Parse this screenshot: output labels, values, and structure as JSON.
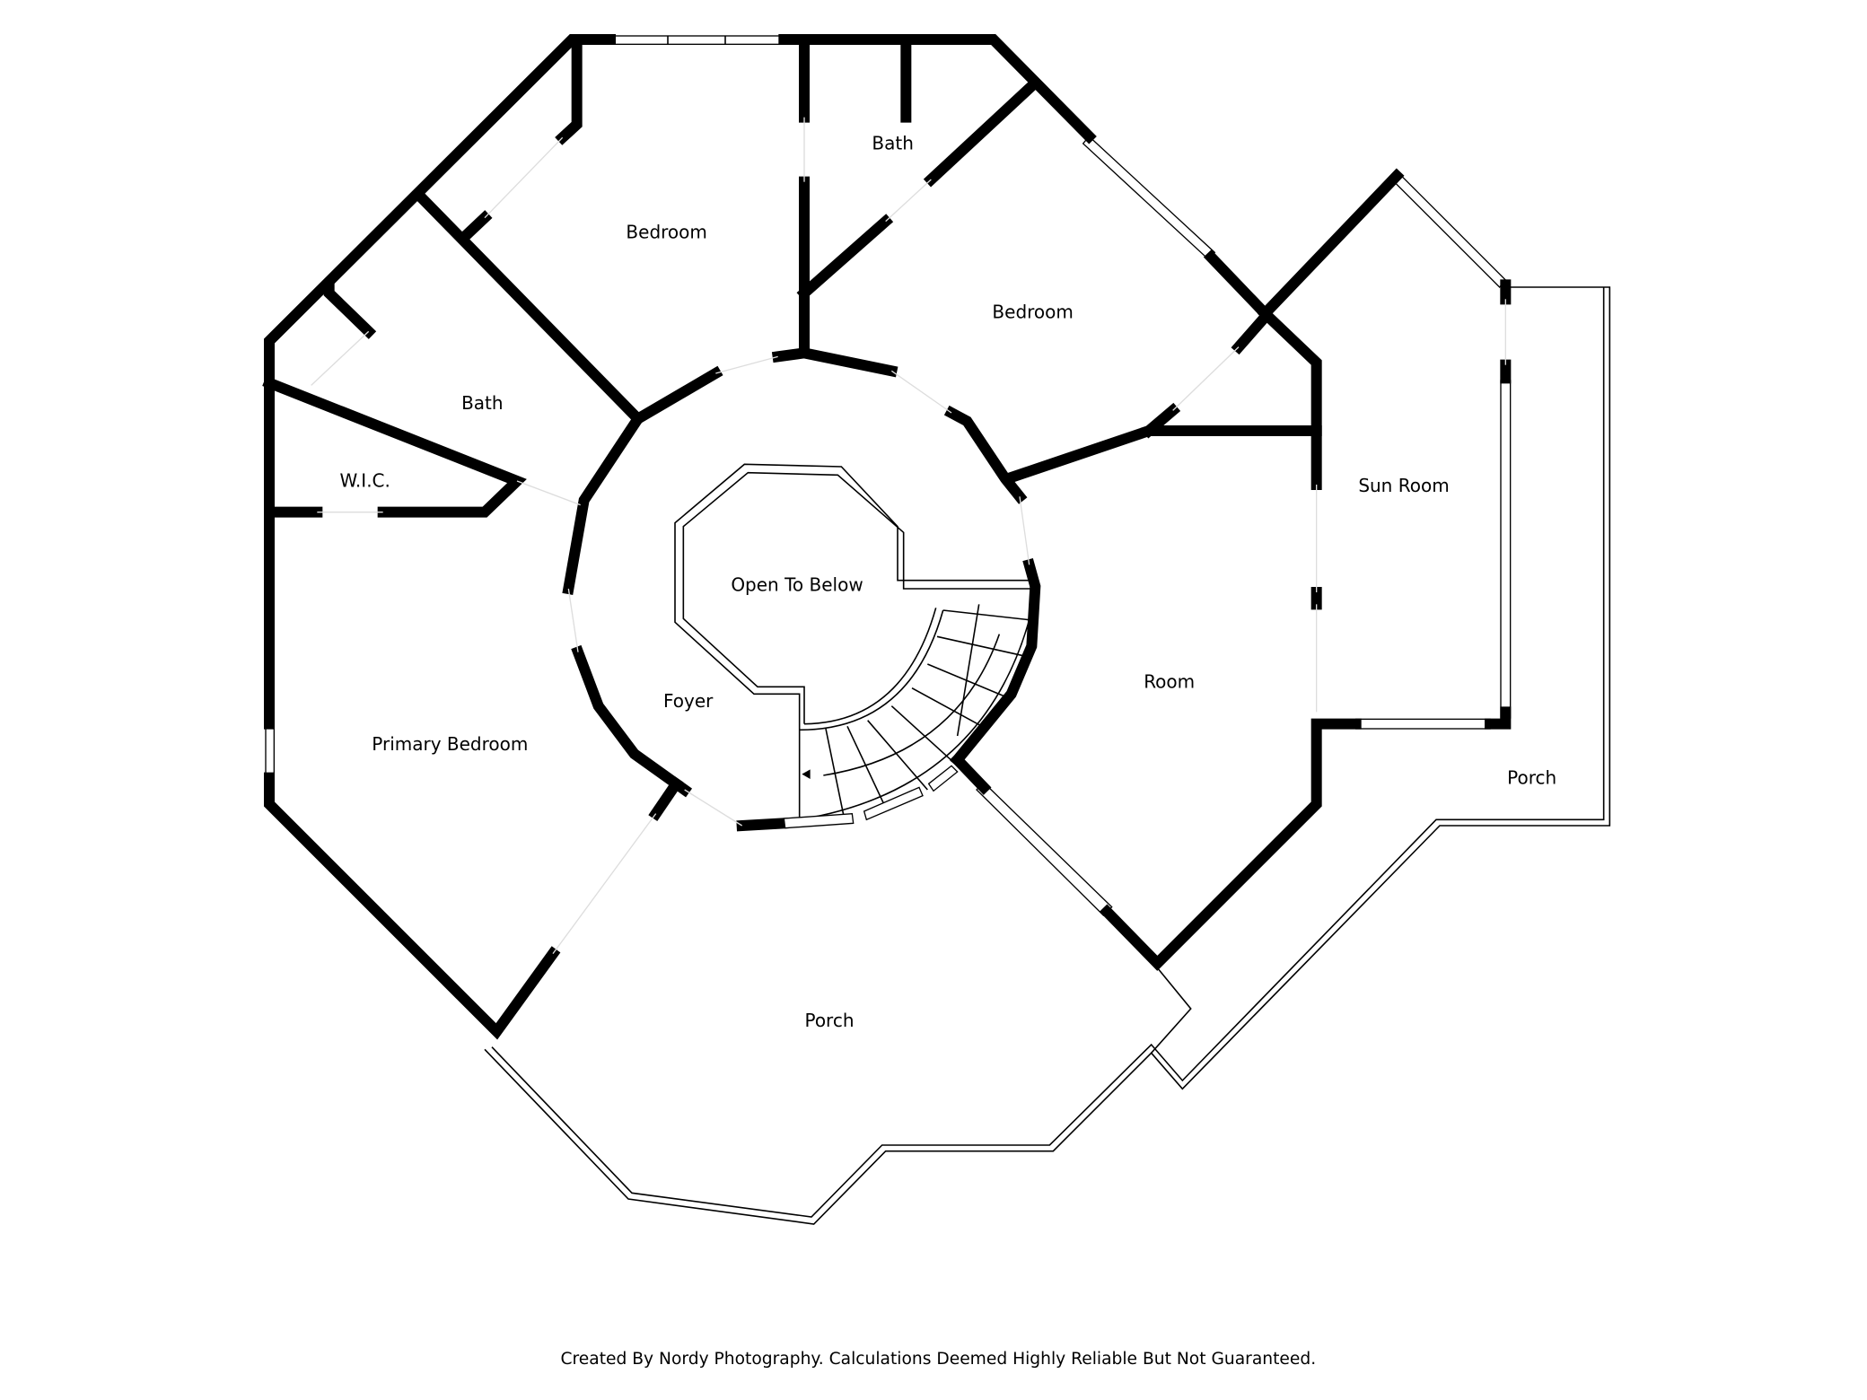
{
  "rooms": {
    "bedroom_1": "Bedroom",
    "bath_1": "Bath",
    "bedroom_2": "Bedroom",
    "bath_2": "Bath",
    "wic": "W.I.C.",
    "open_to_below": "Open To Below",
    "sun_room": "Sun Room",
    "foyer": "Foyer",
    "room": "Room",
    "primary_bedroom": "Primary Bedroom",
    "porch_right": "Porch",
    "porch_front": "Porch"
  },
  "footer": "Created By Nordy Photography. Calculations Deemed Highly Reliable But Not Guaranteed."
}
